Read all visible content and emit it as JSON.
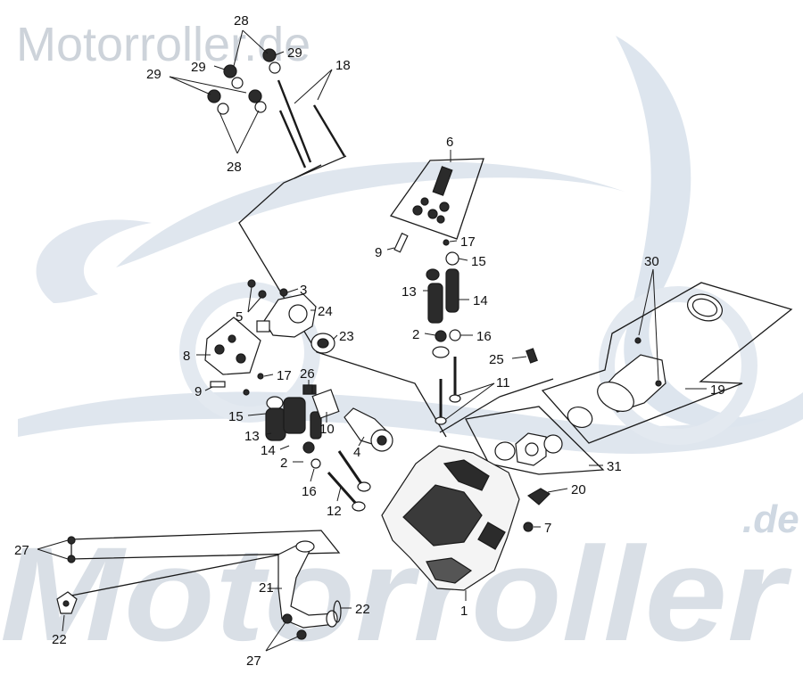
{
  "watermark": {
    "top_text": "Motorroller.de",
    "bottom_text": "Motorroller",
    "corner_text": ".de",
    "color": "#d5dde6"
  },
  "diagram": {
    "ink_color": "#1a1a1a",
    "part_color": "#2b2b2b",
    "callouts": [
      {
        "id": "c28a",
        "label": "28"
      },
      {
        "id": "c29a",
        "label": "29"
      },
      {
        "id": "c29b",
        "label": "29"
      },
      {
        "id": "c18",
        "label": "18"
      },
      {
        "id": "c29c",
        "label": "29"
      },
      {
        "id": "c28b",
        "label": "28"
      },
      {
        "id": "c6",
        "label": "6"
      },
      {
        "id": "c9a",
        "label": "9"
      },
      {
        "id": "c17a",
        "label": "17"
      },
      {
        "id": "c15a",
        "label": "15"
      },
      {
        "id": "c13a",
        "label": "13"
      },
      {
        "id": "c14a",
        "label": "14"
      },
      {
        "id": "c2a",
        "label": "2"
      },
      {
        "id": "c16a",
        "label": "16"
      },
      {
        "id": "c30",
        "label": "30"
      },
      {
        "id": "c3",
        "label": "3"
      },
      {
        "id": "c5",
        "label": "5"
      },
      {
        "id": "c24",
        "label": "24"
      },
      {
        "id": "c23",
        "label": "23"
      },
      {
        "id": "c8",
        "label": "8"
      },
      {
        "id": "c25",
        "label": "25"
      },
      {
        "id": "c11",
        "label": "11"
      },
      {
        "id": "c19",
        "label": "19"
      },
      {
        "id": "c17b",
        "label": "17"
      },
      {
        "id": "c26",
        "label": "26"
      },
      {
        "id": "c9b",
        "label": "9"
      },
      {
        "id": "c15b",
        "label": "15"
      },
      {
        "id": "c10",
        "label": "10"
      },
      {
        "id": "c13b",
        "label": "13"
      },
      {
        "id": "c4",
        "label": "4"
      },
      {
        "id": "c14b",
        "label": "14"
      },
      {
        "id": "c31",
        "label": "31"
      },
      {
        "id": "c2b",
        "label": "2"
      },
      {
        "id": "c20",
        "label": "20"
      },
      {
        "id": "c16b",
        "label": "16"
      },
      {
        "id": "c12",
        "label": "12"
      },
      {
        "id": "c7",
        "label": "7"
      },
      {
        "id": "c27a",
        "label": "27"
      },
      {
        "id": "c21",
        "label": "21"
      },
      {
        "id": "c22a",
        "label": "22"
      },
      {
        "id": "c1",
        "label": "1"
      },
      {
        "id": "c22b",
        "label": "22"
      },
      {
        "id": "c27b",
        "label": "27"
      }
    ]
  }
}
